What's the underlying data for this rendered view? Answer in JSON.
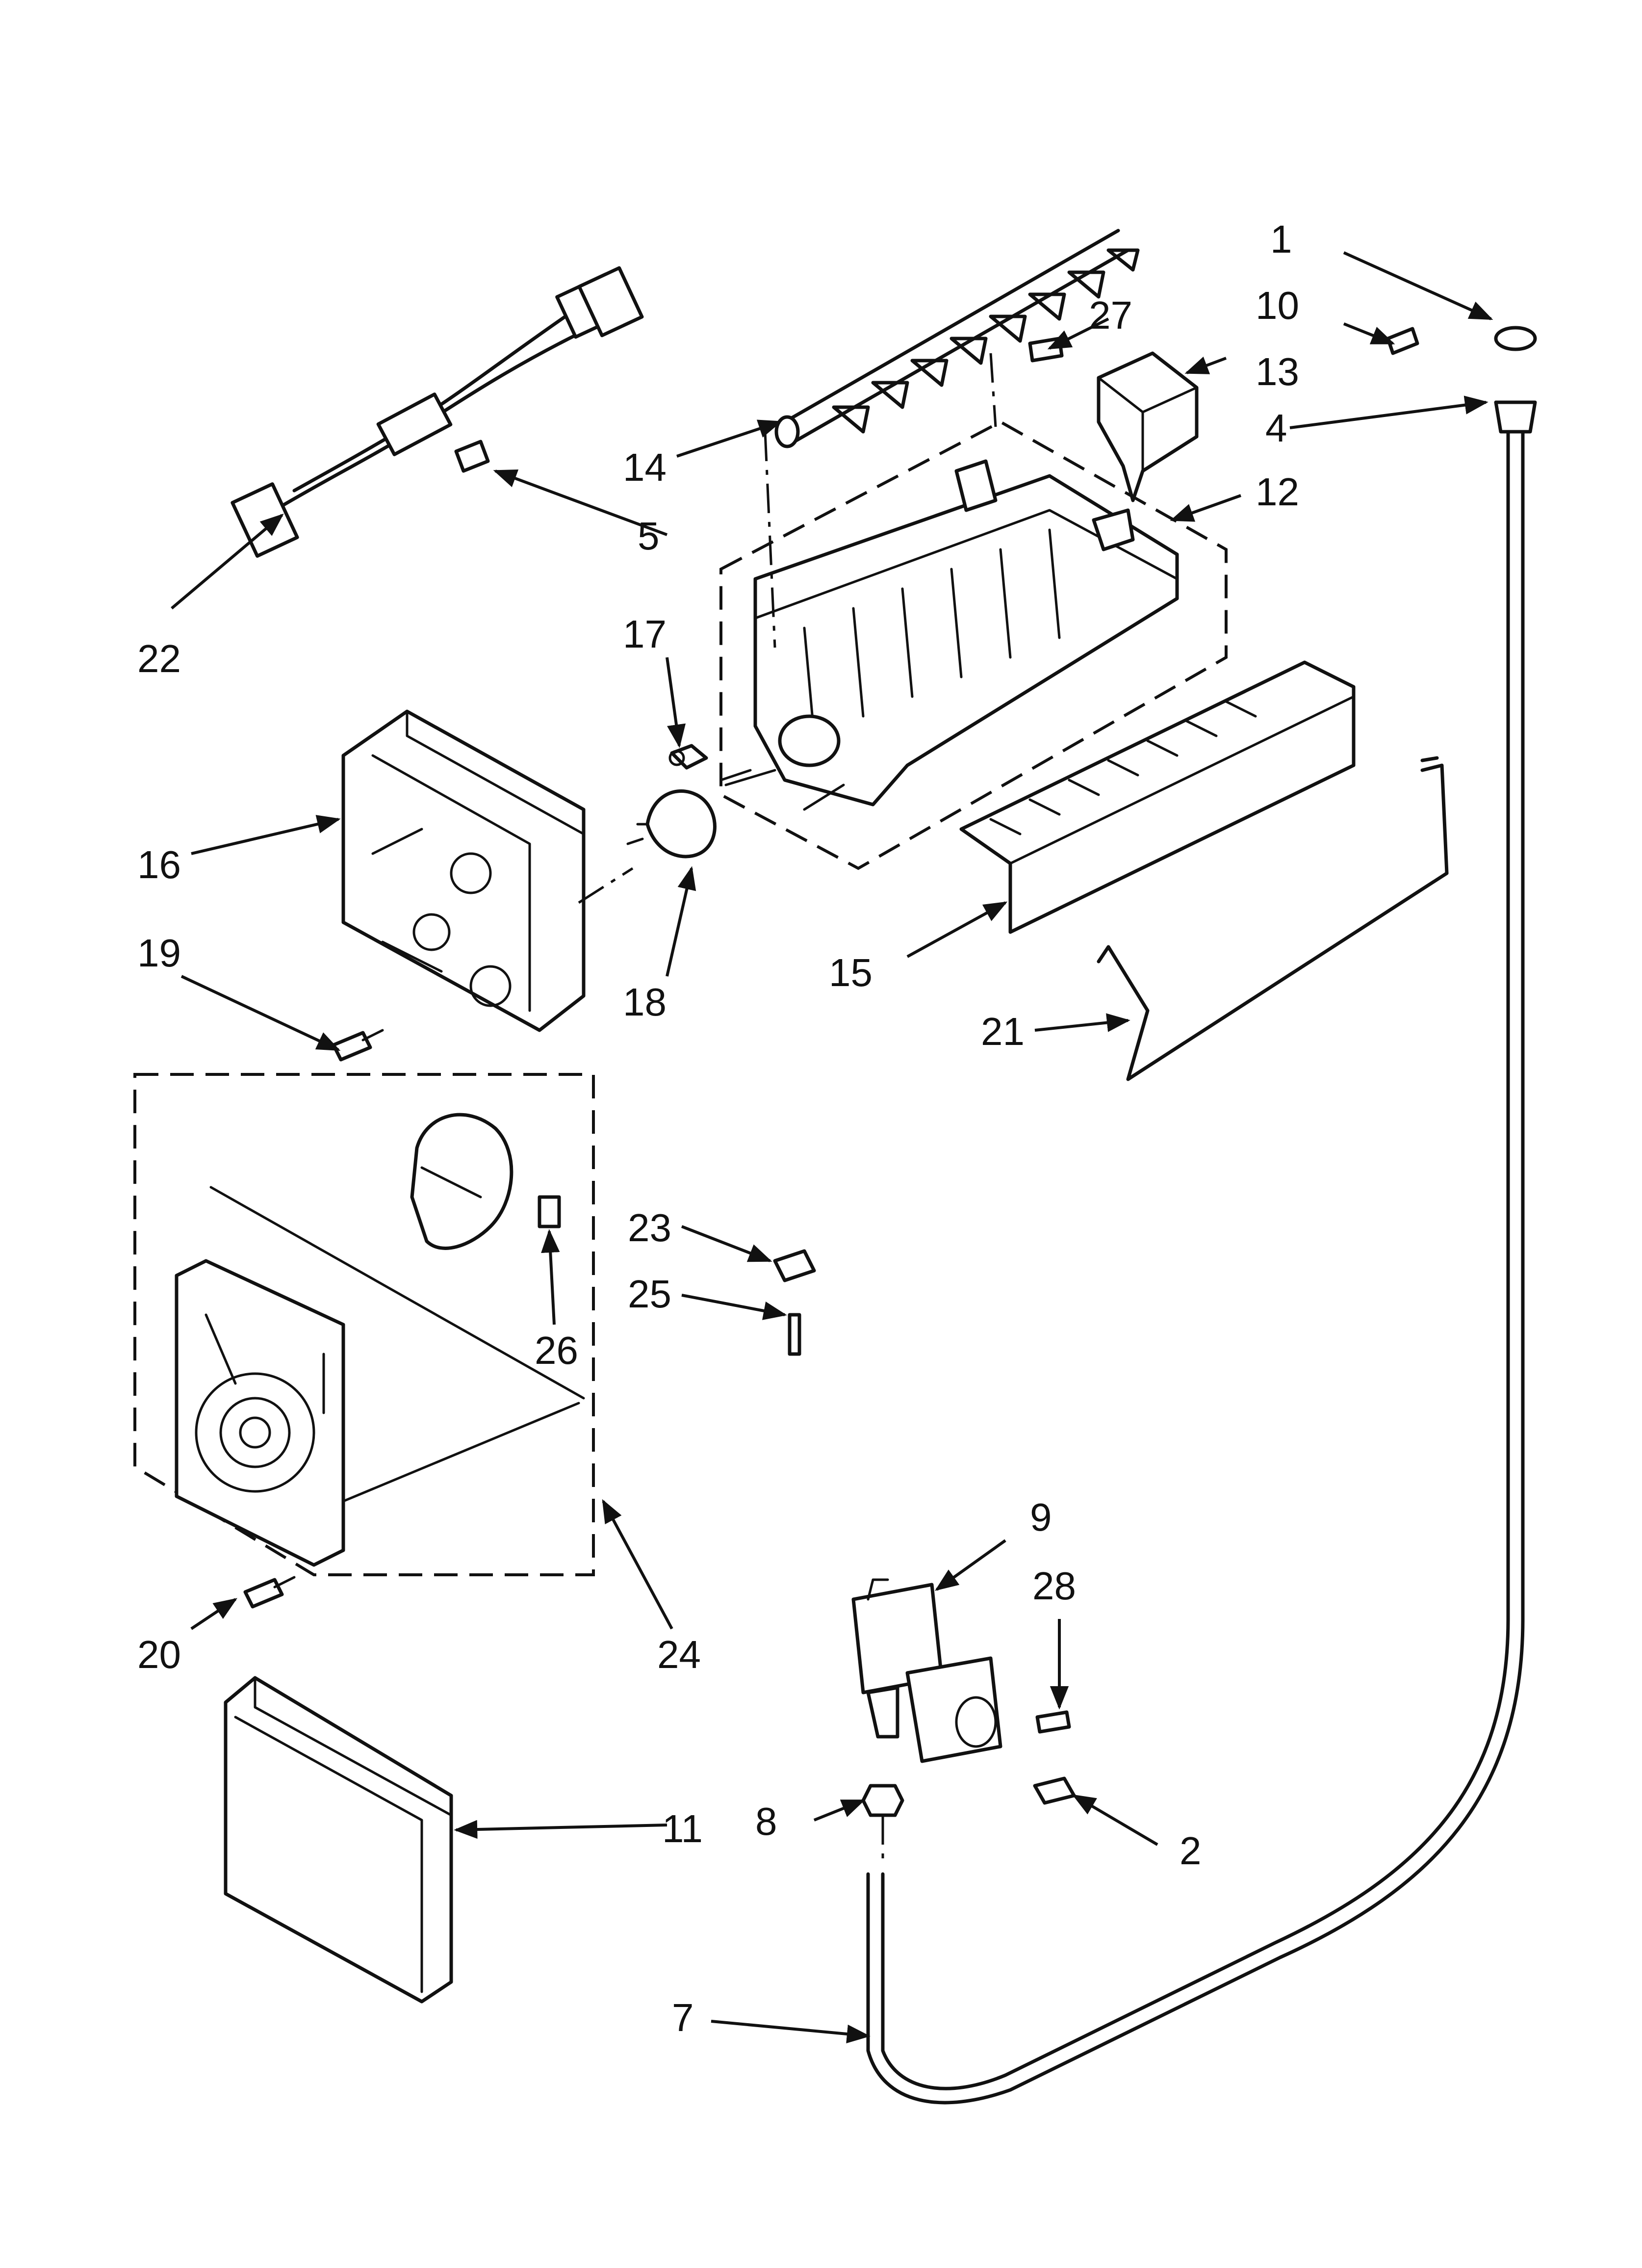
{
  "diagram": {
    "callouts": [
      "1",
      "2",
      "4",
      "5",
      "7",
      "8",
      "9",
      "10",
      "11",
      "12",
      "13",
      "14",
      "15",
      "16",
      "17",
      "18",
      "19",
      "20",
      "21",
      "22",
      "23",
      "24",
      "25",
      "26",
      "27",
      "28"
    ]
  }
}
